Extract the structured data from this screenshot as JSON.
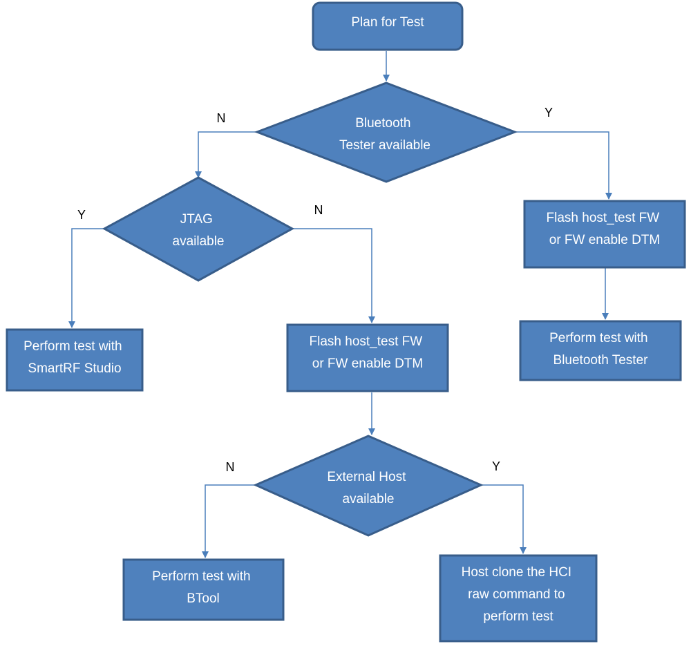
{
  "colors": {
    "fill": "#4f81bd",
    "stroke": "#385d8a",
    "line": "#4a7ebb",
    "text": "#ffffff",
    "label": "#000000"
  },
  "nodes": {
    "plan": {
      "lines": [
        "Plan for Test"
      ]
    },
    "bt_tester": {
      "lines": [
        "Bluetooth",
        "Tester available"
      ]
    },
    "jtag": {
      "lines": [
        "JTAG",
        "available"
      ]
    },
    "flash_right": {
      "lines": [
        "Flash host_test FW",
        "or FW enable DTM"
      ]
    },
    "smartrf": {
      "lines": [
        "Perform test with",
        "SmartRF Studio"
      ]
    },
    "flash_mid": {
      "lines": [
        "Flash host_test FW",
        "or FW enable DTM"
      ]
    },
    "bt_perform": {
      "lines": [
        "Perform test with",
        "Bluetooth Tester"
      ]
    },
    "ext_host": {
      "lines": [
        "External Host",
        "available"
      ]
    },
    "btool": {
      "lines": [
        "Perform test with",
        "BTool"
      ]
    },
    "host_clone": {
      "lines": [
        "Host clone the HCI",
        "raw command to",
        "perform test"
      ]
    }
  },
  "edge_labels": {
    "bt_no": "N",
    "bt_yes": "Y",
    "jtag_yes": "Y",
    "jtag_no": "N",
    "ext_no": "N",
    "ext_yes": "Y"
  }
}
